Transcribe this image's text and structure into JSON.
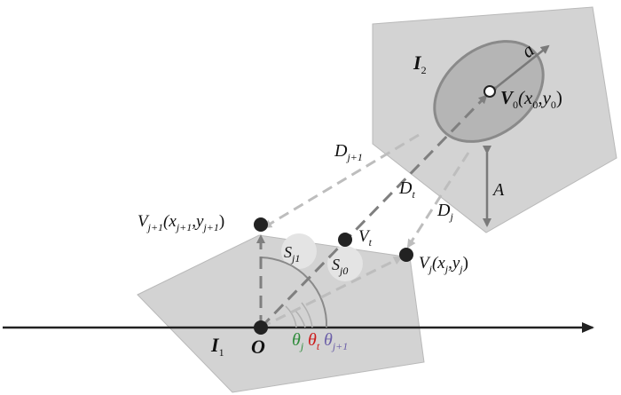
{
  "labels": {
    "region1": "I",
    "region1_sub": "1",
    "region2": "I",
    "region2_sub": "2",
    "origin": "O",
    "v0": "V",
    "v0_sub": "0",
    "v0_coord": "(x",
    "v0_coord_xsub": "0",
    "v0_coord_mid": ",y",
    "v0_coord_ysub": "0",
    "v0_coord_end": ")",
    "a": "a",
    "A": "A",
    "dj1": "D",
    "dj1_sub": "j+1",
    "dt": "D",
    "dt_sub": "t",
    "dj": "D",
    "dj_sub": "j",
    "vj1": "V",
    "vj1_sub": "j+1",
    "vj1_coord_open": "(x",
    "vj1_coord_xsub": "j+1",
    "vj1_coord_mid": ",y",
    "vj1_coord_ysub": "j+1",
    "vj1_coord_end": ")",
    "vt": "V",
    "vt_sub": "t",
    "vj": "V",
    "vj_sub": "j",
    "vj_coord_open": "(x",
    "vj_coord_xsub": "j",
    "vj_coord_mid": ",y",
    "vj_coord_ysub": "j",
    "vj_coord_end": ")",
    "sj1": "S",
    "sj1_sub": "j1",
    "sj0": "S",
    "sj0_sub": "j0",
    "theta_j": "θ",
    "theta_j_sub": "j",
    "theta_t": "θ",
    "theta_t_sub": "t",
    "theta_j1": "θ",
    "theta_j1_sub": "j+1"
  },
  "colors": {
    "theta_j": "#2e8b3a",
    "theta_t": "#cc1a1a",
    "theta_j1": "#6b5fa8",
    "region_fill": "#d3d3d3",
    "ellipse_fill": "#b5b5b5"
  }
}
